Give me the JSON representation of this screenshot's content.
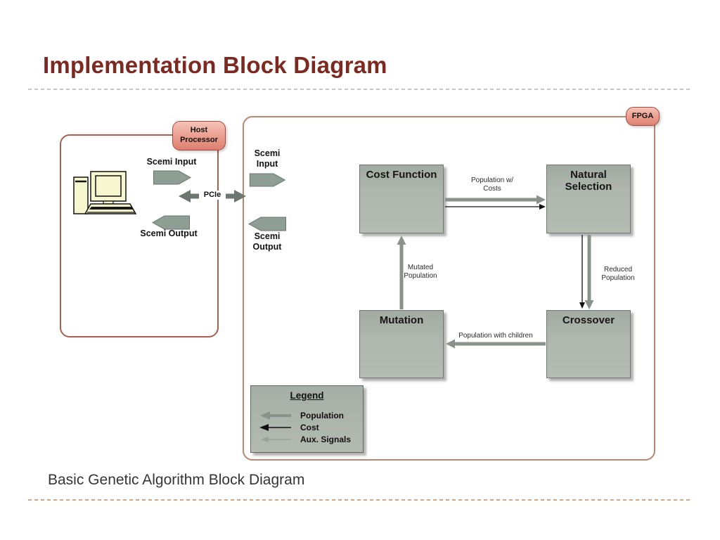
{
  "slide": {
    "title": "Implementation Block Diagram",
    "caption": "Basic Genetic Algorithm Block Diagram"
  },
  "host": {
    "badge_label": "Host Processor",
    "scemi_input_label": "Scemi Input",
    "scemi_output_label": "Scemi Output",
    "pcie_label": "PCIe",
    "computer_icon": "desktop-computer"
  },
  "fpga": {
    "badge_label": "FPGA",
    "scemi_input_label": "Scemi Input",
    "scemi_output_label": "Scemi Output",
    "blocks": {
      "cost_function": "Cost Function",
      "natural_selection": "Natural Selection",
      "mutation": "Mutation",
      "crossover": "Crossover"
    },
    "edge_labels": {
      "population_w_costs": "Population w/ Costs",
      "reduced_population": "Reduced Population",
      "population_with_children": "Population with children",
      "mutated_population": "Mutated Population"
    }
  },
  "legend": {
    "title": "Legend",
    "items": [
      {
        "label": "Population",
        "arrow_icon": "thick-gray-left-arrow"
      },
      {
        "label": "Cost",
        "arrow_icon": "thin-black-left-arrow"
      },
      {
        "label": "Aux. Signals",
        "arrow_icon": "thin-light-gray-left-arrow"
      }
    ]
  },
  "colors": {
    "title_text": "#7c2a21",
    "badge_fill": "#e59a8a",
    "badge_border": "#a84b3e",
    "block_fill": "#aeb6ad",
    "block_border": "#6f776f",
    "population_arrow": "#8a938b",
    "cost_arrow": "#111111",
    "aux_signal_arrow": "#a9b0a9",
    "scemi_arrow_fill": "#8f9e94",
    "host_container_border": "#a8604c",
    "fpga_container_border": "#b9886e"
  }
}
